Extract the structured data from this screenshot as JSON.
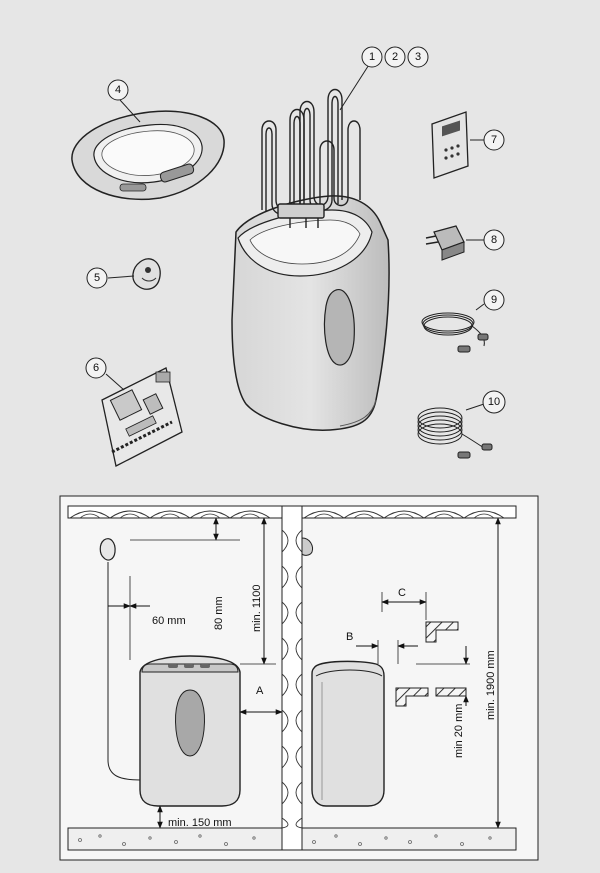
{
  "parts": {
    "heating_elements": [
      "1",
      "2",
      "3"
    ],
    "cover": "4",
    "sensor": "5",
    "circuit_board": "6",
    "control_panel": "7",
    "switch": "8",
    "cable_short": "9",
    "cable_long": "10"
  },
  "dimensions": {
    "sensor_ceiling": "80 mm",
    "sensor_wall": "60 mm",
    "ceiling_min": "min. 1100",
    "side_gap": "A",
    "floor_min": "min. 150 mm",
    "rear_gap": "B",
    "rail_distance": "C",
    "rail_min": "min 20 mm",
    "room_height": "min. 1900 mm"
  },
  "colors": {
    "background": "#e6e6e6",
    "line": "#222222",
    "fill": "#f3f3f3",
    "shade": "#bdbdbd"
  }
}
